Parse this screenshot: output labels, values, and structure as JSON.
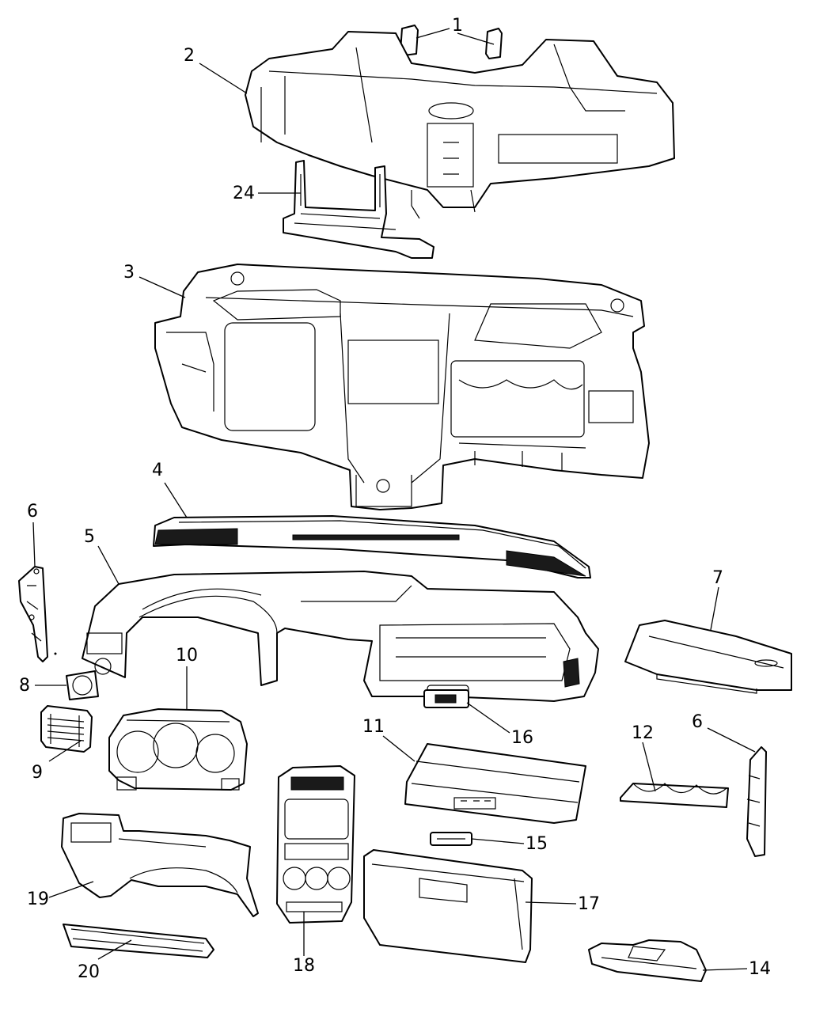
{
  "callouts": [
    {
      "id": "c1",
      "label": "1"
    },
    {
      "id": "c2",
      "label": "2"
    },
    {
      "id": "c24",
      "label": "24"
    },
    {
      "id": "c3",
      "label": "3"
    },
    {
      "id": "c4",
      "label": "4"
    },
    {
      "id": "c5",
      "label": "5"
    },
    {
      "id": "c6a",
      "label": "6"
    },
    {
      "id": "c7",
      "label": "7"
    },
    {
      "id": "c8",
      "label": "8"
    },
    {
      "id": "c10",
      "label": "10"
    },
    {
      "id": "c9",
      "label": "9"
    },
    {
      "id": "c16",
      "label": "16"
    },
    {
      "id": "c11",
      "label": "11"
    },
    {
      "id": "c12",
      "label": "12"
    },
    {
      "id": "c6b",
      "label": "6"
    },
    {
      "id": "c15",
      "label": "15"
    },
    {
      "id": "c19",
      "label": "19"
    },
    {
      "id": "c17",
      "label": "17"
    },
    {
      "id": "c20",
      "label": "20"
    },
    {
      "id": "c18",
      "label": "18"
    },
    {
      "id": "c14",
      "label": "14"
    }
  ]
}
